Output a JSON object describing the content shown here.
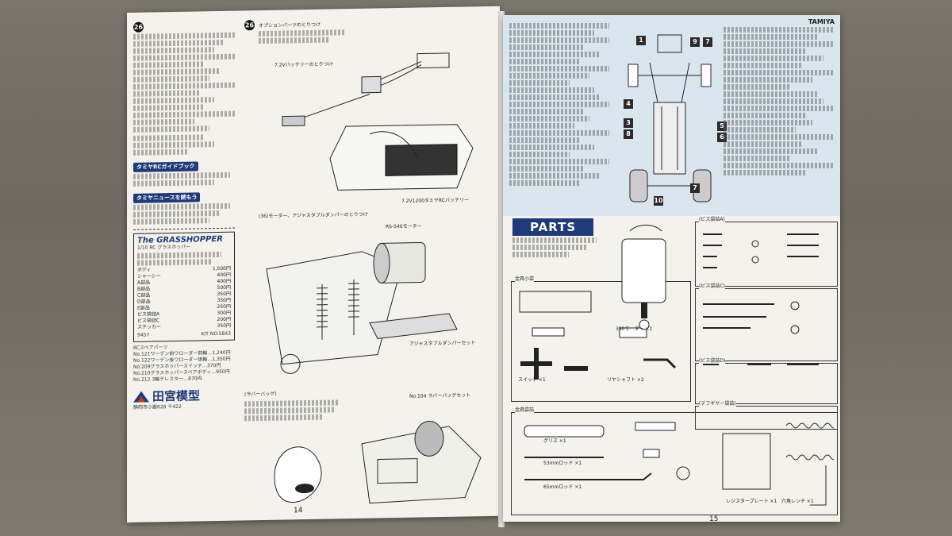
{
  "left": {
    "step_a": "26",
    "step_b": "26",
    "step_b_heading": "オプションパーツのとりつけ",
    "chip_guidebook": "タミヤRCガイドブック",
    "chip_news": "タミヤニュースを読もう",
    "order": {
      "title": "The GRASSHOPPER",
      "subtitle": "1/10 RC グラスホッパー",
      "code": "9457",
      "kit_no": "KIT NO.5843",
      "prices": [
        {
          "name": "ボディ",
          "price": "1,500円"
        },
        {
          "name": "シャーシー",
          "price": "400円"
        },
        {
          "name": "A部品",
          "price": "400円"
        },
        {
          "name": "B部品",
          "price": "500円"
        },
        {
          "name": "C部品",
          "price": "350円"
        },
        {
          "name": "D部品",
          "price": "350円"
        },
        {
          "name": "E部品",
          "price": "250円"
        },
        {
          "name": "ビス袋詰A",
          "price": "300円"
        },
        {
          "name": "ビス袋詰C",
          "price": "200円"
        },
        {
          "name": "ステッカー",
          "price": "350円"
        }
      ]
    },
    "spare": {
      "title": "RCスペアパーツ",
      "items": [
        "No.121ワーデン前ワローダー前輪…1,240円",
        "No.122ワーデン後ワローダー後輪…1,350円",
        "No.209グラスホッパースイッチ…370円",
        "No.210グラスホッパースペアボディ…950円",
        "No.212 3輪テレスター…870円"
      ]
    },
    "logo": "田宮模型",
    "address": "静岡市小鹿628 〒422",
    "lbl_battery": "7.2Vバッテリーのとりつけ",
    "lbl_pack": "7.2V1200タミヤRCバッテリー",
    "lbl_motor_heading": "(36)モーター、アジャスタブルダンパーのとりつけ",
    "lbl_motor": "RS-540モーター",
    "lbl_damper": "アジャスタブルダンパーセット",
    "lbl_bag_heading": "(ラバーバッグ)",
    "lbl_bag_set": "No.104 ラバーバッグセット",
    "page_no": "14"
  },
  "right": {
    "brand": "TAMIYA",
    "callouts": [
      "1",
      "9",
      "7",
      "4",
      "3",
      "8",
      "5",
      "6",
      "10",
      "7"
    ],
    "parts_title": "PARTS",
    "bags": {
      "metal": "金具小袋",
      "a": "(ビス袋詰A)",
      "c": "(ビス袋詰C)",
      "d": "(ビス袋詰D)",
      "diff": "(デフギヤー袋詰)",
      "large": "金具袋詰"
    },
    "lbl_switch": "スイッチ ×1",
    "lbl_reshaft": "リヤシャフト ×2",
    "lbl_motor380": "380モーター ×1",
    "lbl_grease": "グリス ×1",
    "lbl_rod53": "53mmロッド ×1",
    "lbl_rod65": "65mmロッド ×1",
    "lbl_plate": "レジスタープレート ×1",
    "lbl_wrench": "六角レンチ ×1",
    "page_no": "15"
  }
}
